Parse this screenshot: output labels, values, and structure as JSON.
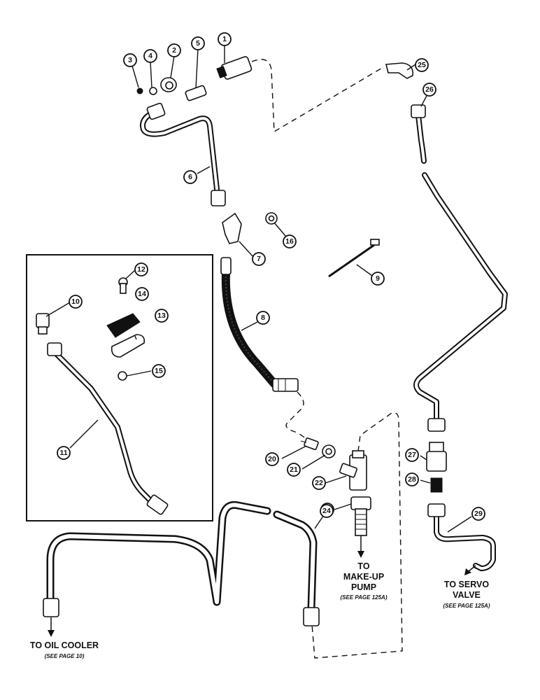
{
  "callouts": [
    {
      "id": "c1",
      "label": "1"
    },
    {
      "id": "c2",
      "label": "2"
    },
    {
      "id": "c3",
      "label": "3"
    },
    {
      "id": "c4",
      "label": "4"
    },
    {
      "id": "c5",
      "label": "5"
    },
    {
      "id": "c6",
      "label": "6"
    },
    {
      "id": "c7",
      "label": "7"
    },
    {
      "id": "c8",
      "label": "8"
    },
    {
      "id": "c9",
      "label": "9"
    },
    {
      "id": "c10",
      "label": "10"
    },
    {
      "id": "c11",
      "label": "11"
    },
    {
      "id": "c12",
      "label": "12"
    },
    {
      "id": "c13",
      "label": "13"
    },
    {
      "id": "c14",
      "label": "14"
    },
    {
      "id": "c15",
      "label": "15"
    },
    {
      "id": "c16",
      "label": "16"
    },
    {
      "id": "c20",
      "label": "20"
    },
    {
      "id": "c21",
      "label": "21"
    },
    {
      "id": "c22",
      "label": "22"
    },
    {
      "id": "c23",
      "label": "23"
    },
    {
      "id": "c24",
      "label": "24"
    },
    {
      "id": "c25",
      "label": "25"
    },
    {
      "id": "c26",
      "label": "26"
    },
    {
      "id": "c27",
      "label": "27"
    },
    {
      "id": "c28",
      "label": "28"
    },
    {
      "id": "c29",
      "label": "29"
    }
  ],
  "labels": {
    "makeup_line1": "TO",
    "makeup_line2": "MAKE-UP",
    "makeup_line3": "PUMP",
    "makeup_ref": "(SEE PAGE 125A)",
    "servo_line1": "TO SERVO",
    "servo_line2": "VALVE",
    "servo_ref": "(SEE PAGE 125A)",
    "cooler_line1": "TO OIL COOLER",
    "cooler_ref": "(SEE PAGE 10)"
  }
}
